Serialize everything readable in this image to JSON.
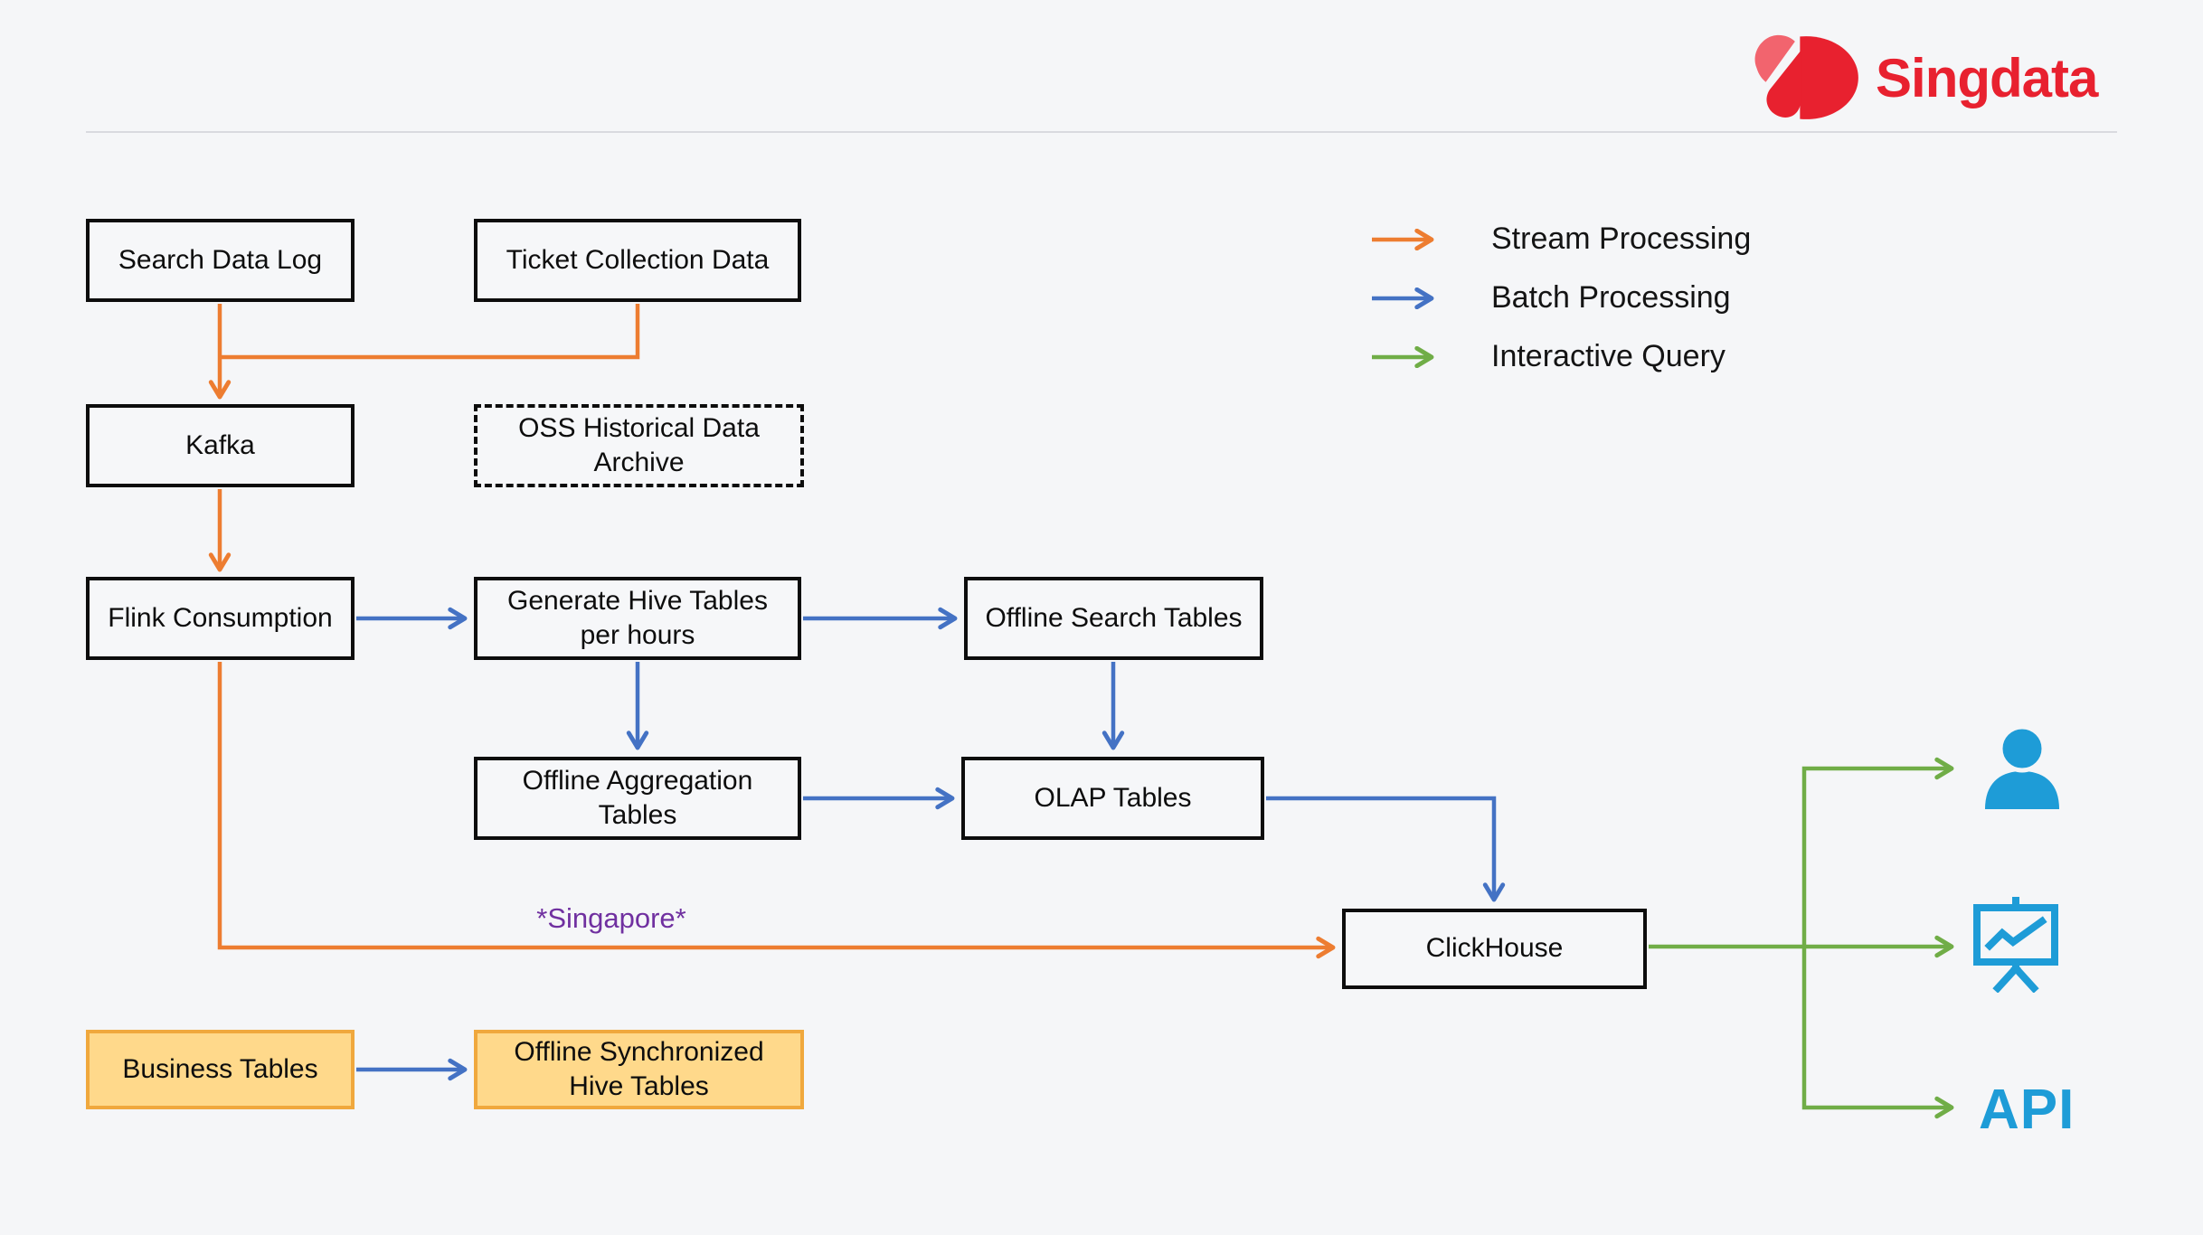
{
  "brand": {
    "wordmark": "Singdata",
    "logo_icon": "singdata-sd-mark"
  },
  "legend": {
    "items": [
      {
        "id": "stream",
        "label": "Stream Processing",
        "arrow_icon": "orange-arrow-icon"
      },
      {
        "id": "batch",
        "label": "Batch Processing",
        "arrow_icon": "blue-arrow-icon"
      },
      {
        "id": "interactive",
        "label": "Interactive Query",
        "arrow_icon": "green-arrow-icon"
      }
    ]
  },
  "nodes": {
    "search_data_log": {
      "label": "Search Data Log"
    },
    "ticket_collection": {
      "label": "Ticket Collection Data"
    },
    "kafka": {
      "label": "Kafka"
    },
    "oss_archive": {
      "label": "OSS Historical Data Archive"
    },
    "flink": {
      "label": "Flink Consumption"
    },
    "generate_hive": {
      "label": "Generate Hive Tables per hours"
    },
    "offline_search": {
      "label": "Offline Search Tables"
    },
    "offline_agg": {
      "label": "Offline Aggregation Tables"
    },
    "olap": {
      "label": "OLAP Tables"
    },
    "clickhouse": {
      "label": "ClickHouse"
    },
    "business": {
      "label": "Business Tables"
    },
    "offline_sync": {
      "label": "Offline Synchronized Hive Tables"
    }
  },
  "annotations": {
    "singapore": "*Singapore*"
  },
  "outputs": {
    "user_icon": "user-icon",
    "dashboard_icon": "presentation-chart-icon",
    "api_label": "API"
  },
  "colors": {
    "stream": "#ED7D31",
    "batch": "#4472C4",
    "interactive": "#70AD47",
    "brand_red": "#E8212F",
    "brand_red_light": "#F2646E",
    "icon_blue": "#1E9CD7",
    "purple": "#7030A0",
    "accent_fill": "#FFD98B",
    "accent_border": "#F0A83D",
    "background": "#F5F6F8"
  }
}
